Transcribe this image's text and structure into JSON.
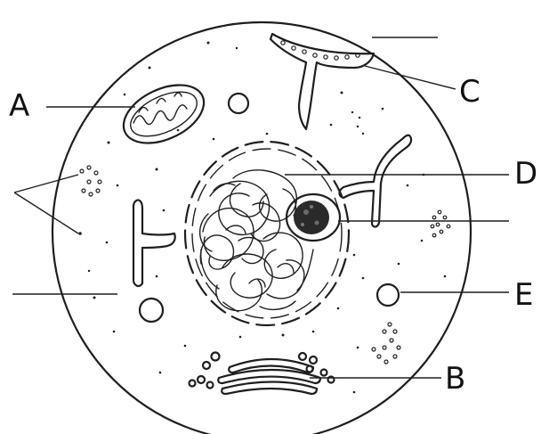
{
  "labels": {
    "a": "A",
    "b": "B",
    "c": "C",
    "d": "D",
    "e": "E"
  },
  "colors": {
    "ink": "#1e1e1e",
    "background": "#ffffff"
  }
}
